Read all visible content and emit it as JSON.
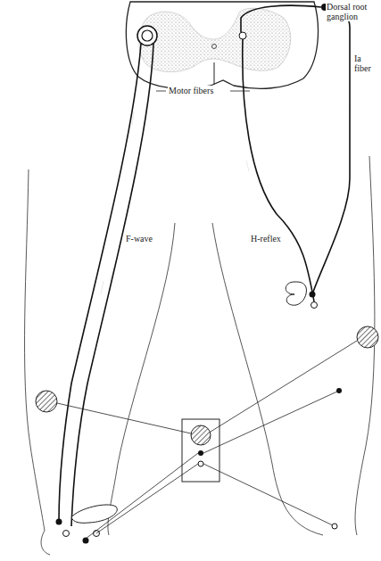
{
  "diagram": {
    "labels": [
      "Dorsal root ganglion",
      "Ia fiber",
      "Motor fibers",
      "F-wave",
      "H-reflex"
    ]
  }
}
